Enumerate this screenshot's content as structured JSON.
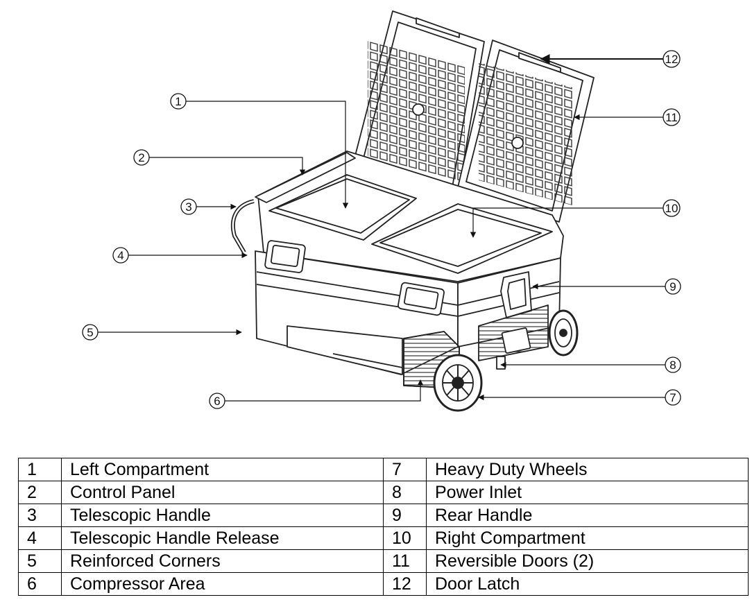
{
  "callouts": [
    "1",
    "2",
    "3",
    "4",
    "5",
    "6",
    "7",
    "8",
    "9",
    "10",
    "11",
    "12"
  ],
  "legend": {
    "rows": [
      {
        "left_num": "1",
        "left_label": "Left Compartment",
        "right_num": "7",
        "right_label": "Heavy Duty Wheels"
      },
      {
        "left_num": "2",
        "left_label": "Control Panel",
        "right_num": "8",
        "right_label": "Power Inlet"
      },
      {
        "left_num": "3",
        "left_label": "Telescopic Handle",
        "right_num": "9",
        "right_label": "Rear Handle"
      },
      {
        "left_num": "4",
        "left_label": "Telescopic Handle Release",
        "right_num": "10",
        "right_label": "Right Compartment"
      },
      {
        "left_num": "5",
        "left_label": "Reinforced Corners",
        "right_num": "11",
        "right_label": "Reversible Doors (2)"
      },
      {
        "left_num": "6",
        "left_label": "Compressor Area",
        "right_num": "12",
        "right_label": "Door Latch"
      }
    ]
  }
}
